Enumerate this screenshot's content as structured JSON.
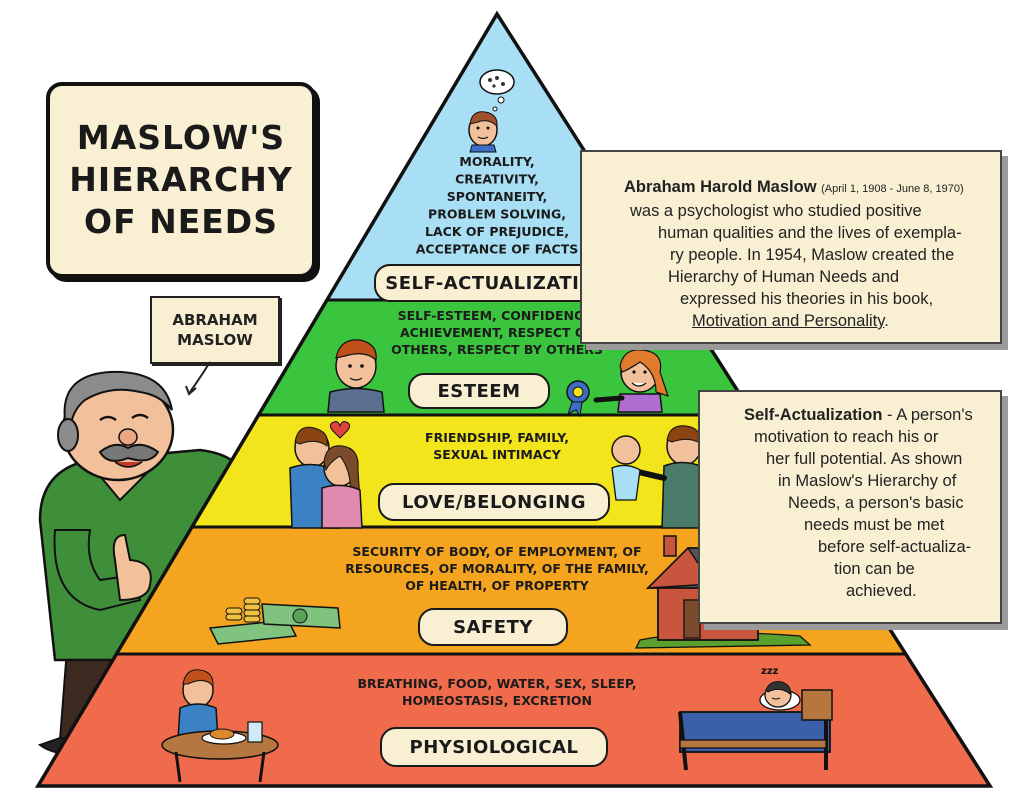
{
  "title": {
    "lines": [
      "MASLOW'S",
      "HIERARCHY",
      "OF NEEDS"
    ]
  },
  "name_tag": {
    "lines": [
      "ABRAHAM",
      "MASLOW"
    ]
  },
  "pyramid": {
    "levels": [
      {
        "label": "SELF-ACTUALIZATION",
        "color": "#a9dff4",
        "needs": [
          "MORALITY,",
          "CREATIVITY,",
          "SPONTANEITY,",
          "PROBLEM SOLVING,",
          "LACK OF PREJUDICE,",
          "ACCEPTANCE OF FACTS"
        ]
      },
      {
        "label": "ESTEEM",
        "color": "#3bc43d",
        "needs": [
          "SELF-ESTEEM, CONFIDENCE,",
          "ACHIEVEMENT, RESPECT OF",
          "OTHERS, RESPECT BY OTHERS"
        ]
      },
      {
        "label": "LOVE/BELONGING",
        "color": "#f3e51c",
        "needs": [
          "FRIENDSHIP, FAMILY,",
          "SEXUAL INTIMACY"
        ]
      },
      {
        "label": "SAFETY",
        "color": "#f4a41f",
        "needs": [
          "SECURITY OF BODY, OF EMPLOYMENT, OF",
          "RESOURCES, OF MORALITY, OF THE FAMILY,",
          "OF HEALTH, OF PROPERTY"
        ]
      },
      {
        "label": "PHYSIOLOGICAL",
        "color": "#ef6b4c",
        "needs": [
          "BREATHING, FOOD, WATER, SEX, SLEEP,",
          "HOMEOSTASIS, EXCRETION"
        ]
      }
    ]
  },
  "bio": {
    "name": "Abraham Harold Maslow",
    "dates": "(April 1, 1908 - June 8, 1970)",
    "lines": [
      "was a psychologist who studied positive",
      "human qualities and the lives of exempla-",
      "ry people. In 1954, Maslow created the",
      "Hierarchy of Human Needs and",
      "expressed his theories in his book,"
    ],
    "book": "Motivation and Personality",
    "book_end": "."
  },
  "definition": {
    "term": "Self-Actualization",
    "rest": " - A person's",
    "lines": [
      "motivation to reach his or",
      "her full potential. As shown",
      "in Maslow's Hierarchy of",
      "Needs, a person's basic",
      "needs must be met",
      "before self-actualiza-",
      "tion can be",
      "achieved."
    ]
  },
  "sleep_text": "zzz",
  "colors": {
    "panel": "#f9f0d3",
    "outline": "#111111",
    "shirt": "#3f8f3a",
    "skin": "#f2c09a"
  }
}
